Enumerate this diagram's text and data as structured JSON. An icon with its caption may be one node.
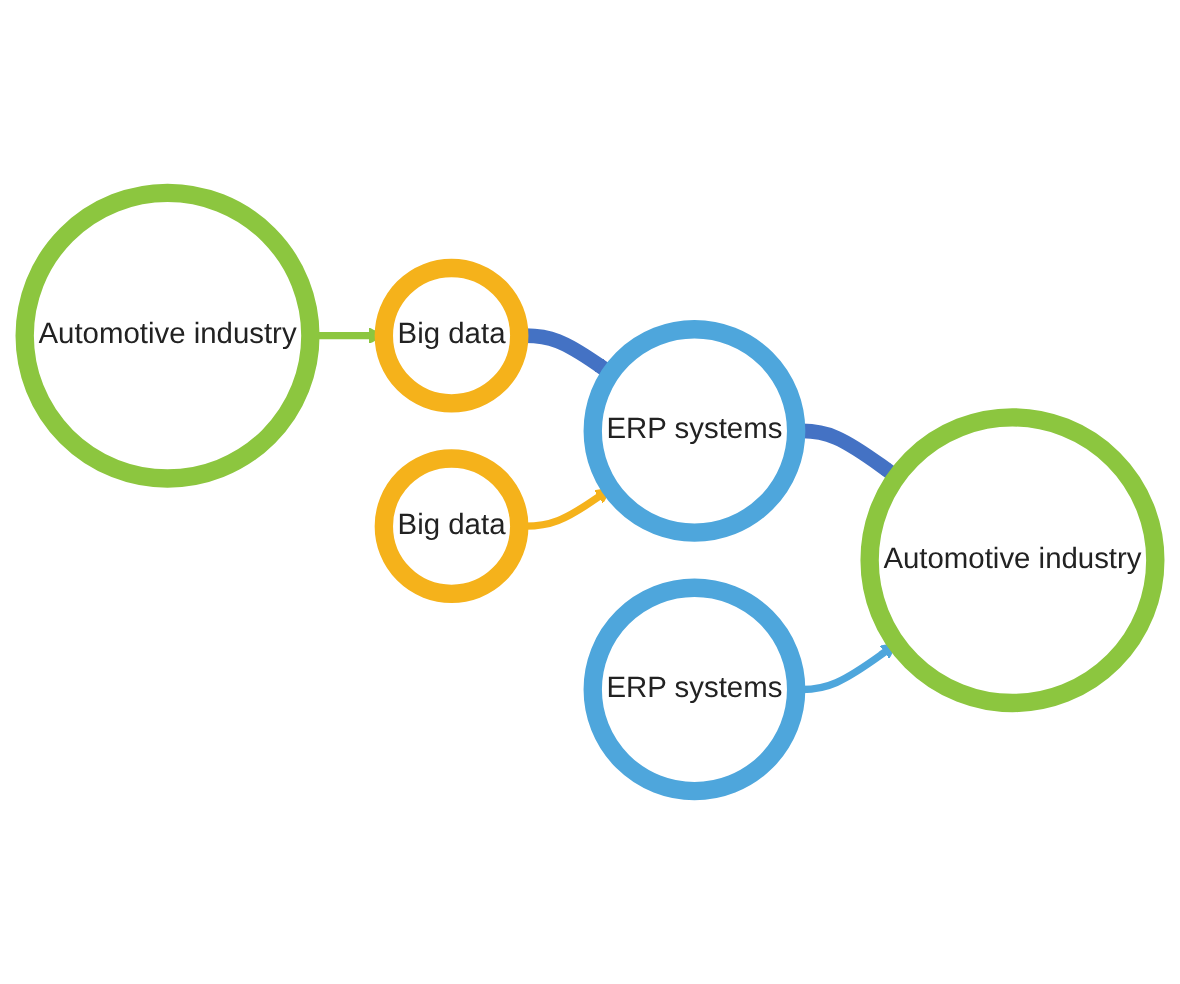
{
  "diagram": {
    "nodes": [
      {
        "text": [
          "Automotive industry"
        ]
      },
      {
        "text": [
          "Big data"
        ]
      },
      {
        "text": [
          "Big data"
        ]
      },
      {
        "text": [
          "ERP systems"
        ]
      },
      {
        "text": [
          "ERP systems"
        ]
      },
      {
        "text": [
          "Automotive industry"
        ]
      }
    ],
    "edges": [
      {
        "from": 0,
        "to": 1,
        "arrow": "to",
        "color": "#8cc63f"
      },
      {
        "from": 1,
        "to": 3,
        "arrow": "to",
        "style": "thick",
        "color": "#4472c4"
      },
      {
        "from": 2,
        "to": 3,
        "arrow": "to",
        "color": "#f5b21b"
      },
      {
        "from": 3,
        "to": 5,
        "arrow": "to",
        "style": "thick",
        "color": "#4472c4"
      },
      {
        "from": 4,
        "to": 5,
        "arrow": "to",
        "color": "#4ea6dc"
      }
    ]
  }
}
